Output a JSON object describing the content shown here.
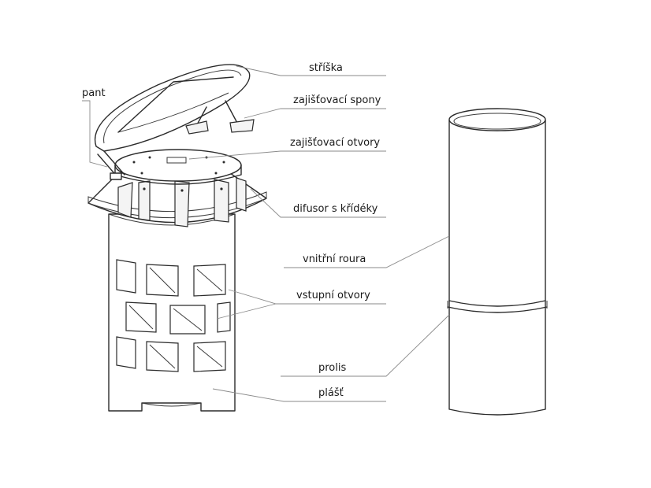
{
  "labels": {
    "striska": "stříška",
    "zajistovaci_spony": "zajišťovací spony",
    "pant": "pant",
    "zajistovaci_otvory": "zajišťovací otvory",
    "difusor": "difusor s křídéky",
    "vnitrni_roura": "vnitřní roura",
    "vstupni_otvory": "vstupní otvory",
    "prolis": "prolis",
    "plast": "plášť"
  }
}
